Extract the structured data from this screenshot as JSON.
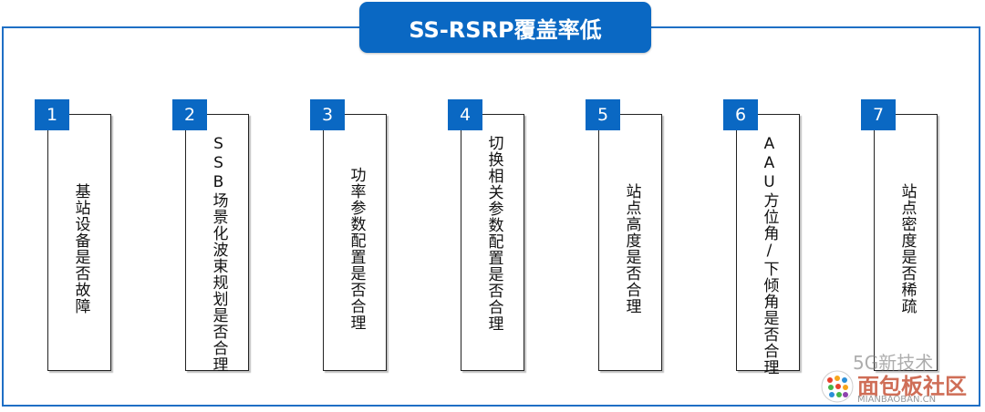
{
  "title": "SS-RSRP覆盖率低",
  "items": [
    {
      "num": "1",
      "text": "基站设备是否故障"
    },
    {
      "num": "2",
      "text": "SSB场景化波束规划是否合理"
    },
    {
      "num": "3",
      "text": "功率参数配置是否合理"
    },
    {
      "num": "4",
      "text": "切换相关参数配置是否合理"
    },
    {
      "num": "5",
      "text": "站点高度是否合理"
    },
    {
      "num": "6",
      "text": "AAU方位角/下倾角是否合理"
    },
    {
      "num": "7",
      "text": "站点密度是否稀疏"
    }
  ],
  "watermark": {
    "top": "5G新技术",
    "brand": "面包板社区",
    "url": "MIANBAOBAN.CN"
  },
  "colors": {
    "accent": "#0a68c3",
    "frame": "#1f6fc5"
  }
}
